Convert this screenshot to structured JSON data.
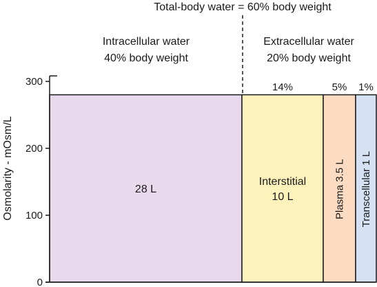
{
  "header": {
    "total_label": "Total-body water = 60% body weight",
    "intracellular_title": "Intracellular water",
    "intracellular_sub": "40% body weight",
    "extracellular_title": "Extracellular water",
    "extracellular_sub": "20% body weight"
  },
  "axis": {
    "ylabel": "Osmolarity - mOsm/L",
    "ymin": 0,
    "ymax": 300,
    "ticks": [
      "0",
      "100",
      "200",
      "300"
    ]
  },
  "osmolarity_level": 280,
  "compartments": [
    {
      "id": "intracellular",
      "label_lines": [
        "28 L"
      ],
      "percent": "",
      "volume_l": 28,
      "color": "#e8d9ec",
      "vertical": false
    },
    {
      "id": "interstitial",
      "label_lines": [
        "Interstitial",
        "10 L"
      ],
      "percent": "14%",
      "volume_l": 10,
      "color": "#fdf2bc",
      "vertical": false
    },
    {
      "id": "plasma",
      "label_lines": [
        "Plasma 3.5 L"
      ],
      "percent": "5%",
      "volume_l": 3.5,
      "color": "#fbdcc3",
      "vertical": true
    },
    {
      "id": "transcellular",
      "label_lines": [
        "Transcellular 1 L"
      ],
      "percent": "1%",
      "volume_l": 1,
      "color": "#d4e2f3",
      "vertical": true
    }
  ],
  "colors": {
    "stroke": "#1a1a1a",
    "text": "#1a1a1a"
  }
}
